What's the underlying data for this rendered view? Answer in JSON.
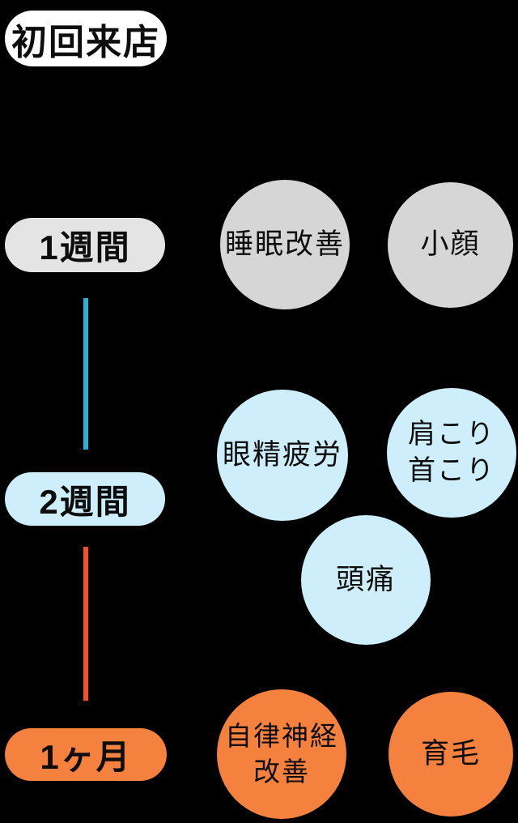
{
  "title": {
    "label": "初回来店"
  },
  "stages": [
    {
      "label": "1週間",
      "pill_color": "#e4e4e4",
      "effects": [
        {
          "name": "sleep-improvement",
          "lines": [
            "睡眠改善"
          ],
          "color": "#d6d6d6"
        },
        {
          "name": "small-face",
          "lines": [
            "小顔"
          ],
          "color": "#d6d6d6"
        }
      ]
    },
    {
      "label": "2週間",
      "pill_color": "#cdeefa",
      "effects": [
        {
          "name": "eye-strain",
          "lines": [
            "眼精疲労"
          ],
          "color": "#cdeefa"
        },
        {
          "name": "shoulder-neck-stiffness",
          "lines": [
            "肩こり",
            "首こり"
          ],
          "color": "#cdeefa"
        },
        {
          "name": "headache",
          "lines": [
            "頭痛"
          ],
          "color": "#cdeefa"
        }
      ]
    },
    {
      "label": "1ヶ月",
      "pill_color": "#f5813f",
      "effects": [
        {
          "name": "autonomic-nerve-improvement",
          "lines": [
            "自律神経",
            "改善"
          ],
          "color": "#f5813f"
        },
        {
          "name": "hair-growth",
          "lines": [
            "育毛"
          ],
          "color": "#f5813f"
        }
      ]
    }
  ],
  "connectors": [
    {
      "from": "1週間",
      "to": "2週間",
      "color": "#27b2d9"
    },
    {
      "from": "2週間",
      "to": "1ヶ月",
      "color": "#f4521c"
    }
  ],
  "colors": {
    "background": "#000000",
    "title_bg": "#ffffff",
    "text": "#0d0d0d"
  }
}
